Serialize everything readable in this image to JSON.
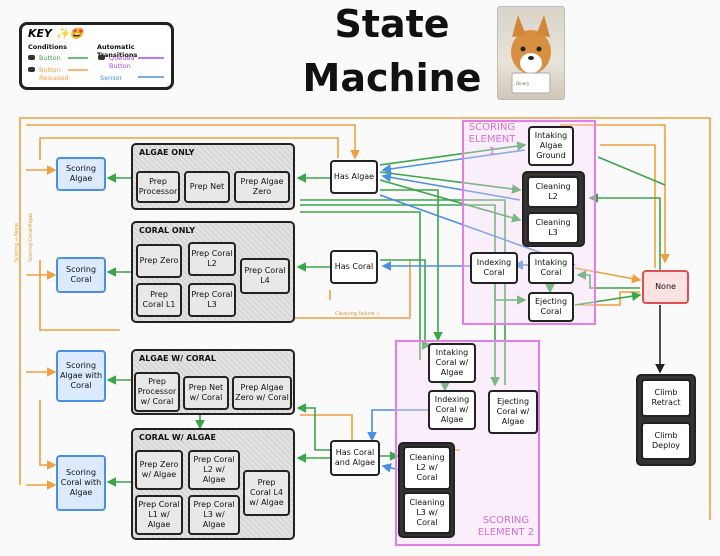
{
  "title": {
    "line1": "State",
    "line2": "Machine"
  },
  "mascot": {
    "caption": "Dinery"
  },
  "key": {
    "heading": "KEY ✨🤩",
    "conditions_label": "Conditions",
    "auto_label": "Automatic Transitions",
    "button_label": "Button",
    "button_released_label": "Button Released",
    "queued_label": "Queued Button",
    "sensor_label": "Sensor"
  },
  "colors": {
    "green": "#3aa64a",
    "orange": "#f0a040",
    "purple": "#b04ae0",
    "blue": "#4a90e2",
    "pink": "#e27ee6",
    "red": "#e05050"
  },
  "groups": {
    "algae_only": "ALGAE ONLY",
    "coral_only": "CORAL ONLY",
    "algae_w_coral": "ALGAE W/ CORAL",
    "coral_w_algae": "CORAL W/ ALGAE"
  },
  "zones": {
    "scoring1": "SCORING ELEMENT 1",
    "scoring2": "SCORING ELEMENT 2"
  },
  "nodes": {
    "scoring_algae": "Scoring Algae",
    "scoring_coral": "Scoring Coral",
    "scoring_algae_with_coral": "Scoring Algae with Coral",
    "scoring_coral_with_algae": "Scoring Coral with Algae",
    "prep_processor": "Prep Processor",
    "prep_net": "Prep Net",
    "prep_algae_zero": "Prep Algae Zero",
    "prep_zero": "Prep Zero",
    "prep_coral_l2": "Prep Coral L2",
    "prep_coral_l4": "Prep Coral L4",
    "prep_coral_l1": "Prep Coral L1",
    "prep_coral_l3": "Prep Coral L3",
    "prep_processor_w_coral": "Prep Processor w/ Coral",
    "prep_net_w_coral": "Prep Net w/ Coral",
    "prep_algae_zero_w_coral": "Prep Algae Zero w/ Coral",
    "prep_zero_w_algae": "Prep Zero w/ Algae",
    "prep_coral_l2_w_algae": "Prep Coral L2 w/ Algae",
    "prep_coral_l4_w_algae": "Prep Coral L4 w/ Algae",
    "prep_coral_l1_w_algae": "Prep Coral L1 w/ Algae",
    "prep_coral_l3_w_algae": "Prep Coral L3 w/ Algae",
    "has_algae": "Has Algae",
    "has_coral": "Has Coral",
    "has_coral_and_algae": "Has Coral and Algae",
    "intaking_algae_ground": "Intaking Algae Ground",
    "cleaning_l2": "Cleaning L2",
    "cleaning_l3": "Cleaning L3",
    "indexing_coral": "Indexing Coral",
    "intaking_coral": "Intaking Coral",
    "ejecting_coral": "Ejecting Coral",
    "intaking_coral_w_algae": "Intaking Coral w/ Algae",
    "indexing_coral_w_algae": "Indexing Coral w/ Algae",
    "ejecting_coral_w_algae": "Ejecting Coral w/ Algae",
    "cleaning_l2_w_coral": "Cleaning L2 w/ Coral",
    "cleaning_l3_w_coral": "Cleaning L3 w/ Coral",
    "none": "None",
    "climb_retract": "Climb Retract",
    "climb_deploy": "Climb Deploy"
  },
  "edge_labels": {
    "scoring_none": "Scoring → None",
    "scoring_coral_algae": "Scoring Coral/Algae",
    "cleaning_failure": "Cleaning failure :("
  }
}
